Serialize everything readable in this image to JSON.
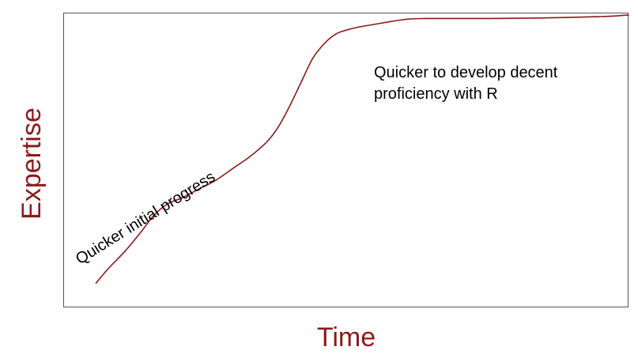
{
  "chart_data": {
    "type": "line",
    "title": "",
    "xlabel": "Time",
    "ylabel": "Expertise",
    "grid": false,
    "legend": "none",
    "axes_ticks": false,
    "colors": {
      "line": "#8b1a1a",
      "axis_label": "#8b1a1a",
      "frame": "#555555",
      "annotation": "#000000"
    },
    "xlim": [
      0,
      100
    ],
    "ylim": [
      0,
      100
    ],
    "series": [
      {
        "x": [
          5.8,
          8,
          11,
          14,
          16,
          18.5,
          21,
          24,
          27,
          30,
          33,
          36,
          38,
          40,
          42,
          44,
          45.5,
          47,
          48.5,
          50,
          52,
          55,
          58,
          61,
          64,
          67,
          70,
          75,
          80,
          85,
          90,
          94,
          97,
          100
        ],
        "y": [
          8,
          13,
          19,
          26,
          31,
          35,
          37,
          40,
          43,
          47,
          51,
          56,
          61,
          68,
          76,
          84,
          88,
          91,
          93,
          94,
          95,
          96,
          97,
          97.8,
          98,
          98,
          98,
          98,
          98.1,
          98.2,
          98.4,
          98.6,
          98.8,
          99.2
        ]
      }
    ],
    "annotations": [
      {
        "text": "Quicker initial progress"
      },
      {
        "lines": [
          "Quicker to develop decent",
          "proficiency with R"
        ]
      }
    ]
  }
}
